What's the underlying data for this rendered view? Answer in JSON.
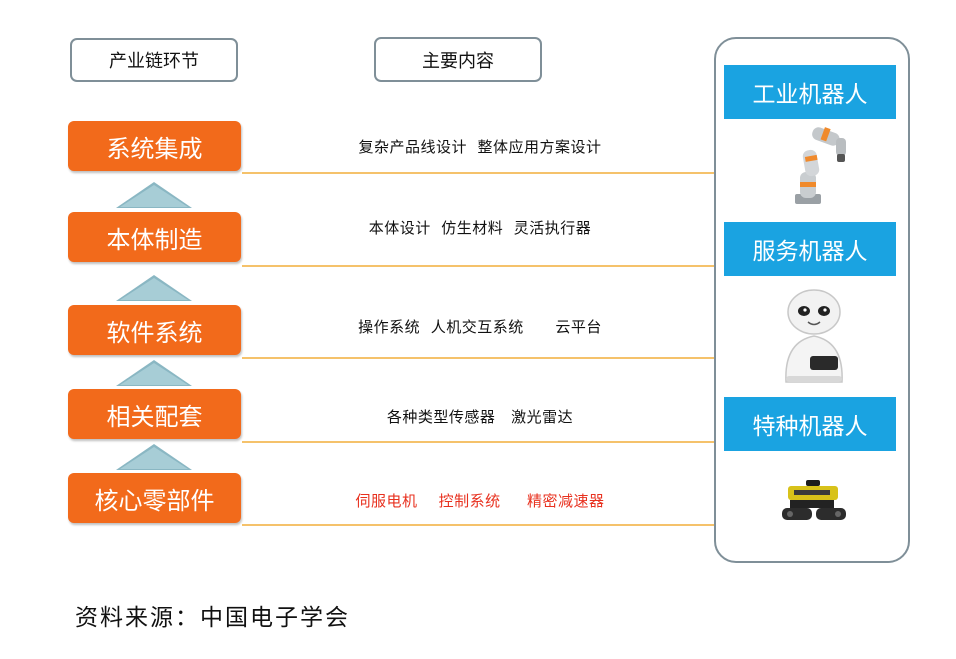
{
  "headers": {
    "chain": "产业链环节",
    "content": "主要内容"
  },
  "stages": [
    {
      "name": "系统集成",
      "content": "复杂产品线设计  整体应用方案设计"
    },
    {
      "name": "本体制造",
      "content": "本体设计  仿生材料  灵活执行器"
    },
    {
      "name": "软件系统",
      "content": "操作系统  人机交互系统      云平台"
    },
    {
      "name": "相关配套",
      "content": "各种类型传感器   激光雷达"
    },
    {
      "name": "核心零部件",
      "content": "伺服电机    控制系统     精密减速器"
    }
  ],
  "categories": [
    "工业机器人",
    "服务机器人",
    "特种机器人"
  ],
  "source": "资料来源：中国电子学会",
  "colors": {
    "stage_bg": "#f26a1b",
    "category_bg": "#1aa3e1",
    "arrow": "#a7cdd6",
    "divider": "#f5c26b",
    "highlight_text": "#e8311f"
  }
}
